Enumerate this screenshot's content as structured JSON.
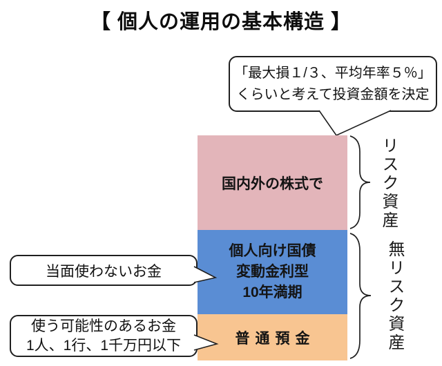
{
  "title": "【 個人の運用の基本構造 】",
  "callout_top": {
    "line1": "「最大損１/３、平均年率５％」",
    "line2": "くらいと考えて投資金額を決定"
  },
  "callout_middle": {
    "text": "当面使わないお金"
  },
  "callout_bottom": {
    "line1": "使う可能性のあるお金",
    "line2": "1人、1行、1千万円以下"
  },
  "stack": {
    "risk_box": {
      "label": "国内外の株式で",
      "color": "#e3b5ba"
    },
    "bond_box": {
      "lines": [
        "個人向け国債",
        "変動金利型",
        "10年満期"
      ],
      "color": "#5a8dd4"
    },
    "deposit_box": {
      "label": "普通預金",
      "color": "#f8c591"
    }
  },
  "side_labels": {
    "risk": "リスク資産",
    "riskfree": "無リスク資産"
  },
  "colors": {
    "outline": "#1f1f1f",
    "text": "#111111"
  }
}
